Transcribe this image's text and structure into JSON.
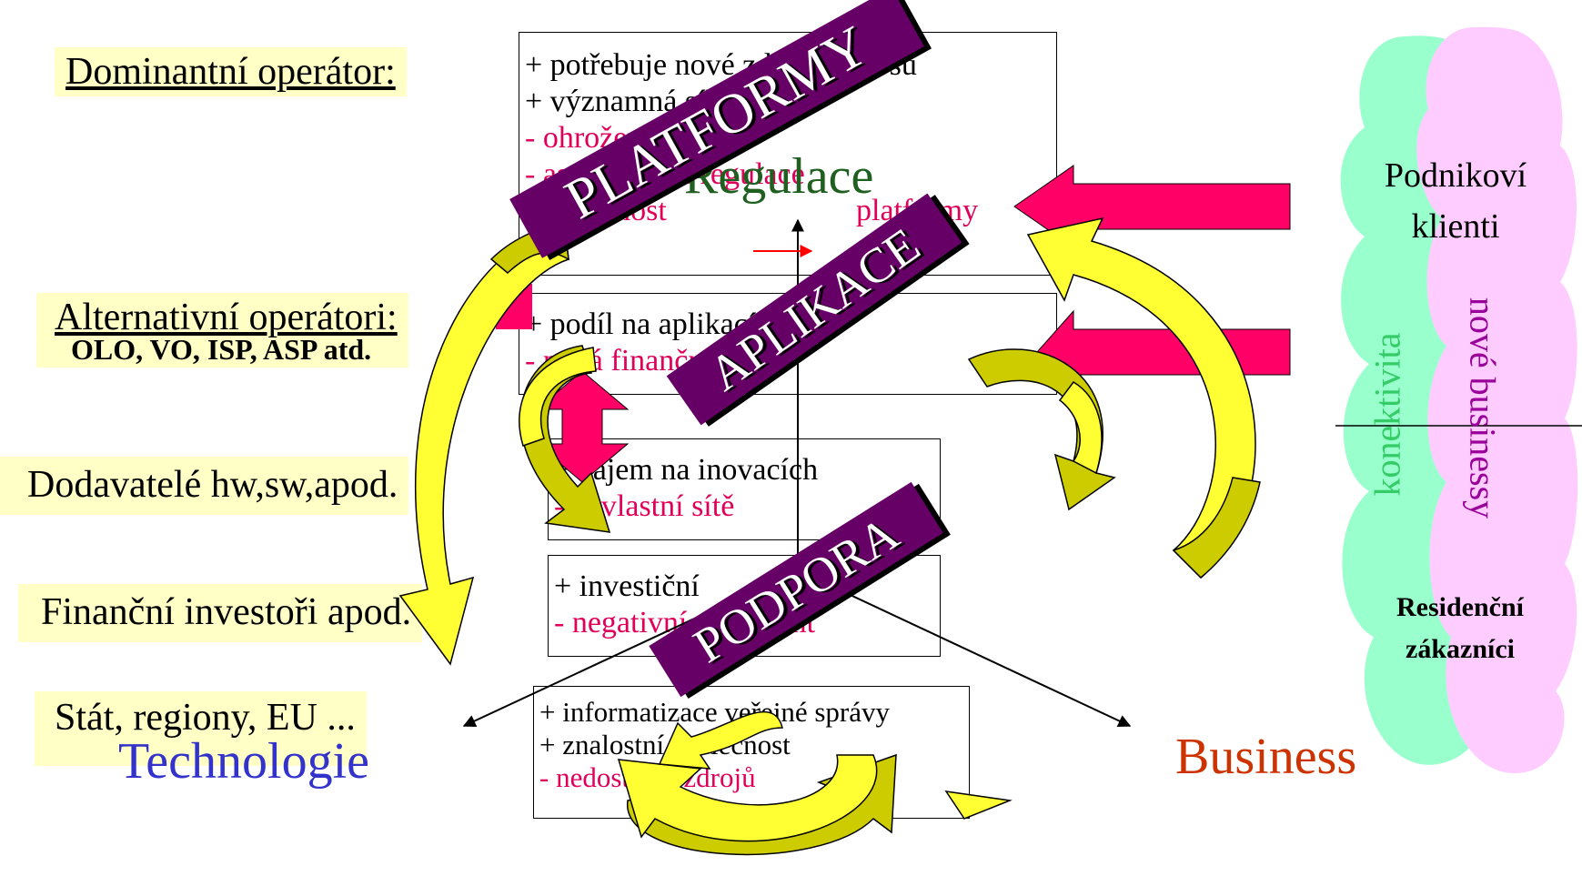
{
  "left_labels": {
    "dominant": "Dominantní operátor:",
    "alternative": "Alternativní operátori:",
    "alternative_sub": "OLO, VO, ISP, ASP atd.",
    "suppliers": "Dodavatelé hw,sw,apod.",
    "investors": "Finanční investoři apod.",
    "state": "Stát, regiony, EU ..."
  },
  "boxes": {
    "dominant": [
      {
        "text": "+ potřebuje nové zdroje výnosů",
        "kind": "pos"
      },
      {
        "text": "+ významná síla",
        "kind": "pos"
      },
      {
        "text": "- ohrožená posice",
        "kind": "neg"
      },
      {
        "text": "- asymetrické regulace",
        "kind": "neg"
      },
      {
        "text": "- pevačnost",
        "kind": "neg"
      },
      {
        "text": "platformy",
        "kind": "neg"
      }
    ],
    "alternative": [
      {
        "text": "+ podíl na aplikacích",
        "kind": "pos"
      },
      {
        "text": "- malá finanční síla",
        "kind": "neg"
      }
    ],
    "suppliers": [
      {
        "text": "+ zájem na inovacích",
        "kind": "pos"
      },
      {
        "text": "- nevlastní sítě",
        "kind": "neg"
      }
    ],
    "investors": [
      {
        "text": "+ investiční",
        "kind": "pos"
      },
      {
        "text": "- negativní sentiment",
        "kind": "neg"
      }
    ],
    "state": [
      {
        "text": "+ informatizace veřejné správy",
        "kind": "pos"
      },
      {
        "text": "+ znalostní společnost",
        "kind": "pos"
      },
      {
        "text": "- nedostatek zdrojů",
        "kind": "neg"
      }
    ]
  },
  "banners": {
    "platformy": "PLATFORMY",
    "aplikace": "APLIKACE",
    "podpora": "PODPORA"
  },
  "axes": {
    "regulace": "Regulace",
    "technologie": "Technologie",
    "business": "Business"
  },
  "right_panel": {
    "business_clients": "Podnikoví klienti",
    "residential": "Residenční zákazníci",
    "connectivity": "konektivita",
    "new_business": "nové businessy"
  },
  "colors": {
    "label_bg": "#ffffc6",
    "banner_bg": "#660066",
    "negative_text": "#e0005a",
    "regulace": "#1f5f1f",
    "technologie": "#3333cc",
    "business": "#cc3300",
    "cloud_green": "#99ffcc",
    "cloud_pink": "#ffccff",
    "arrow_yellow": "#ffff33",
    "arrow_olive": "#cccc00",
    "arrow_pink": "#ff0066"
  }
}
